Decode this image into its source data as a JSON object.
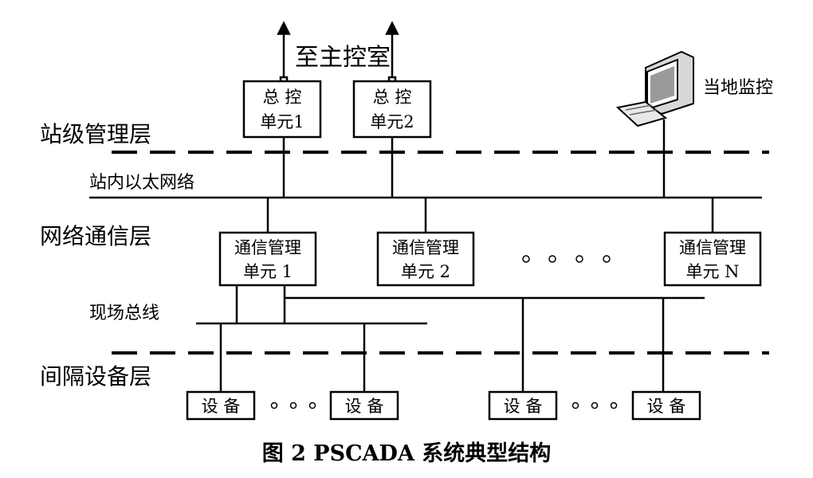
{
  "layers": {
    "station": "站级管理层",
    "network": "网络通信层",
    "bay": "间隔设备层"
  },
  "networks": {
    "ethernet": "站内以太网络",
    "fieldbus": "现场总线"
  },
  "top_label": "至主控室",
  "local_monitor": "当地监控",
  "master_units": [
    {
      "line1": "总 控",
      "line2": "单元1"
    },
    {
      "line1": "总 控",
      "line2": "单元2"
    }
  ],
  "comm_units": [
    {
      "line1": "通信管理",
      "line2": "单元 1"
    },
    {
      "line1": "通信管理",
      "line2": "单元 2"
    },
    {
      "line1": "通信管理",
      "line2": "单元 N"
    }
  ],
  "devices": [
    "设 备",
    "设 备",
    "设 备",
    "设 备"
  ],
  "caption": "图 2  PSCADA 系统典型结构"
}
